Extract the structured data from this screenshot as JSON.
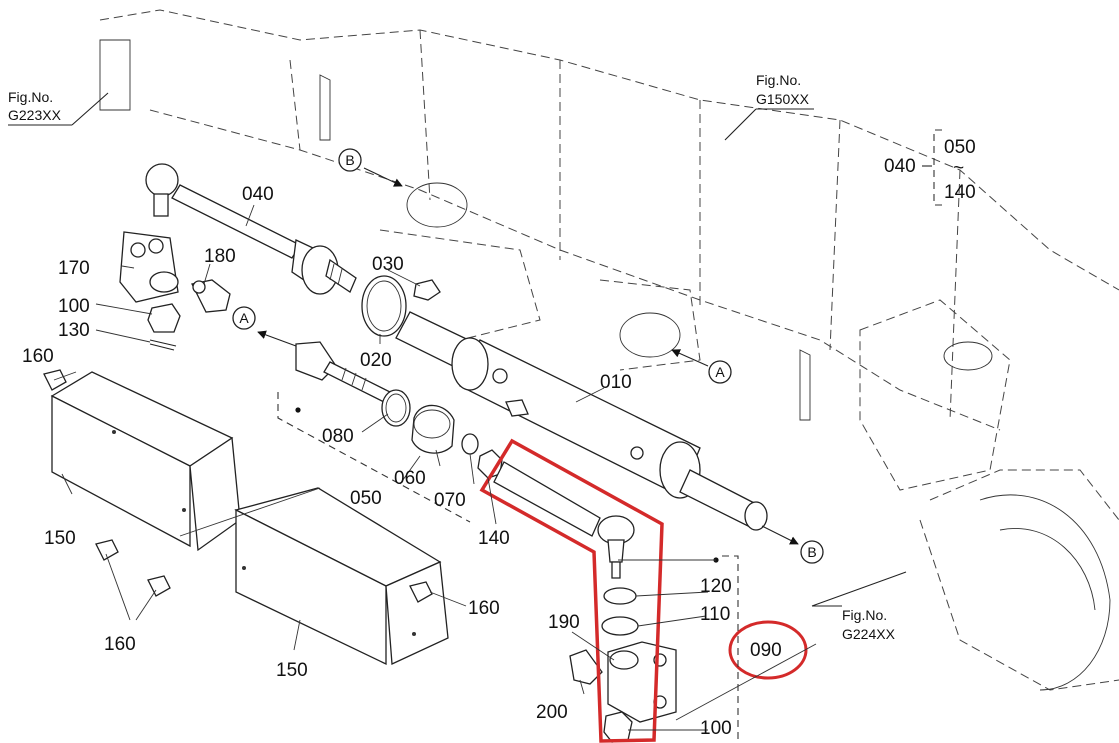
{
  "figure_refs": {
    "top_left": {
      "line1": "Fig.No.",
      "line2": "G223XX"
    },
    "top_center": {
      "line1": "Fig.No.",
      "line2": "G150XX"
    },
    "bottom_right": {
      "line1": "Fig.No.",
      "line2": "G224XX"
    }
  },
  "range_note": {
    "parent": "040",
    "from": "050",
    "tilde": "~",
    "to": "140"
  },
  "parts": {
    "p010": "010",
    "p020": "020",
    "p030": "030",
    "p040": "040",
    "p050": "050",
    "p060": "060",
    "p070": "070",
    "p080": "080",
    "p090": "090",
    "p100a": "100",
    "p100b": "100",
    "p110": "110",
    "p120": "120",
    "p130": "130",
    "p140": "140",
    "p150a": "150",
    "p150b": "150",
    "p160a": "160",
    "p160b": "160",
    "p160c": "160",
    "p170": "170",
    "p180": "180",
    "p190": "190",
    "p200": "200"
  },
  "markers": {
    "a1": "A",
    "a2": "A",
    "b1": "B",
    "b2": "B"
  },
  "highlight_color": "#d42a2a"
}
